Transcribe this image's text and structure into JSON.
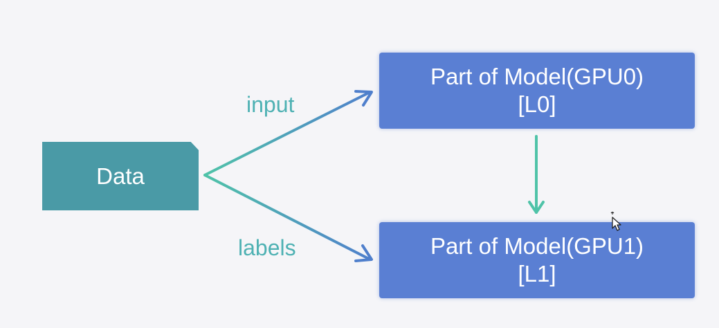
{
  "diagram": {
    "source": {
      "label": "Data"
    },
    "edges": {
      "input_label": "input",
      "labels_label": "labels"
    },
    "nodes": [
      {
        "title": "Part of Model(GPU0)",
        "layer": "[L0]"
      },
      {
        "title": "Part of Model(GPU1)",
        "layer": "[L1]"
      }
    ]
  },
  "colors": {
    "background": "#f5f5f8",
    "data_box": "#4a9aa6",
    "model_box": "#5a7fd3",
    "edge_label": "#4eb1b3",
    "arrow_teal": "#4fc3a8",
    "arrow_blue": "#4f7fcc"
  }
}
